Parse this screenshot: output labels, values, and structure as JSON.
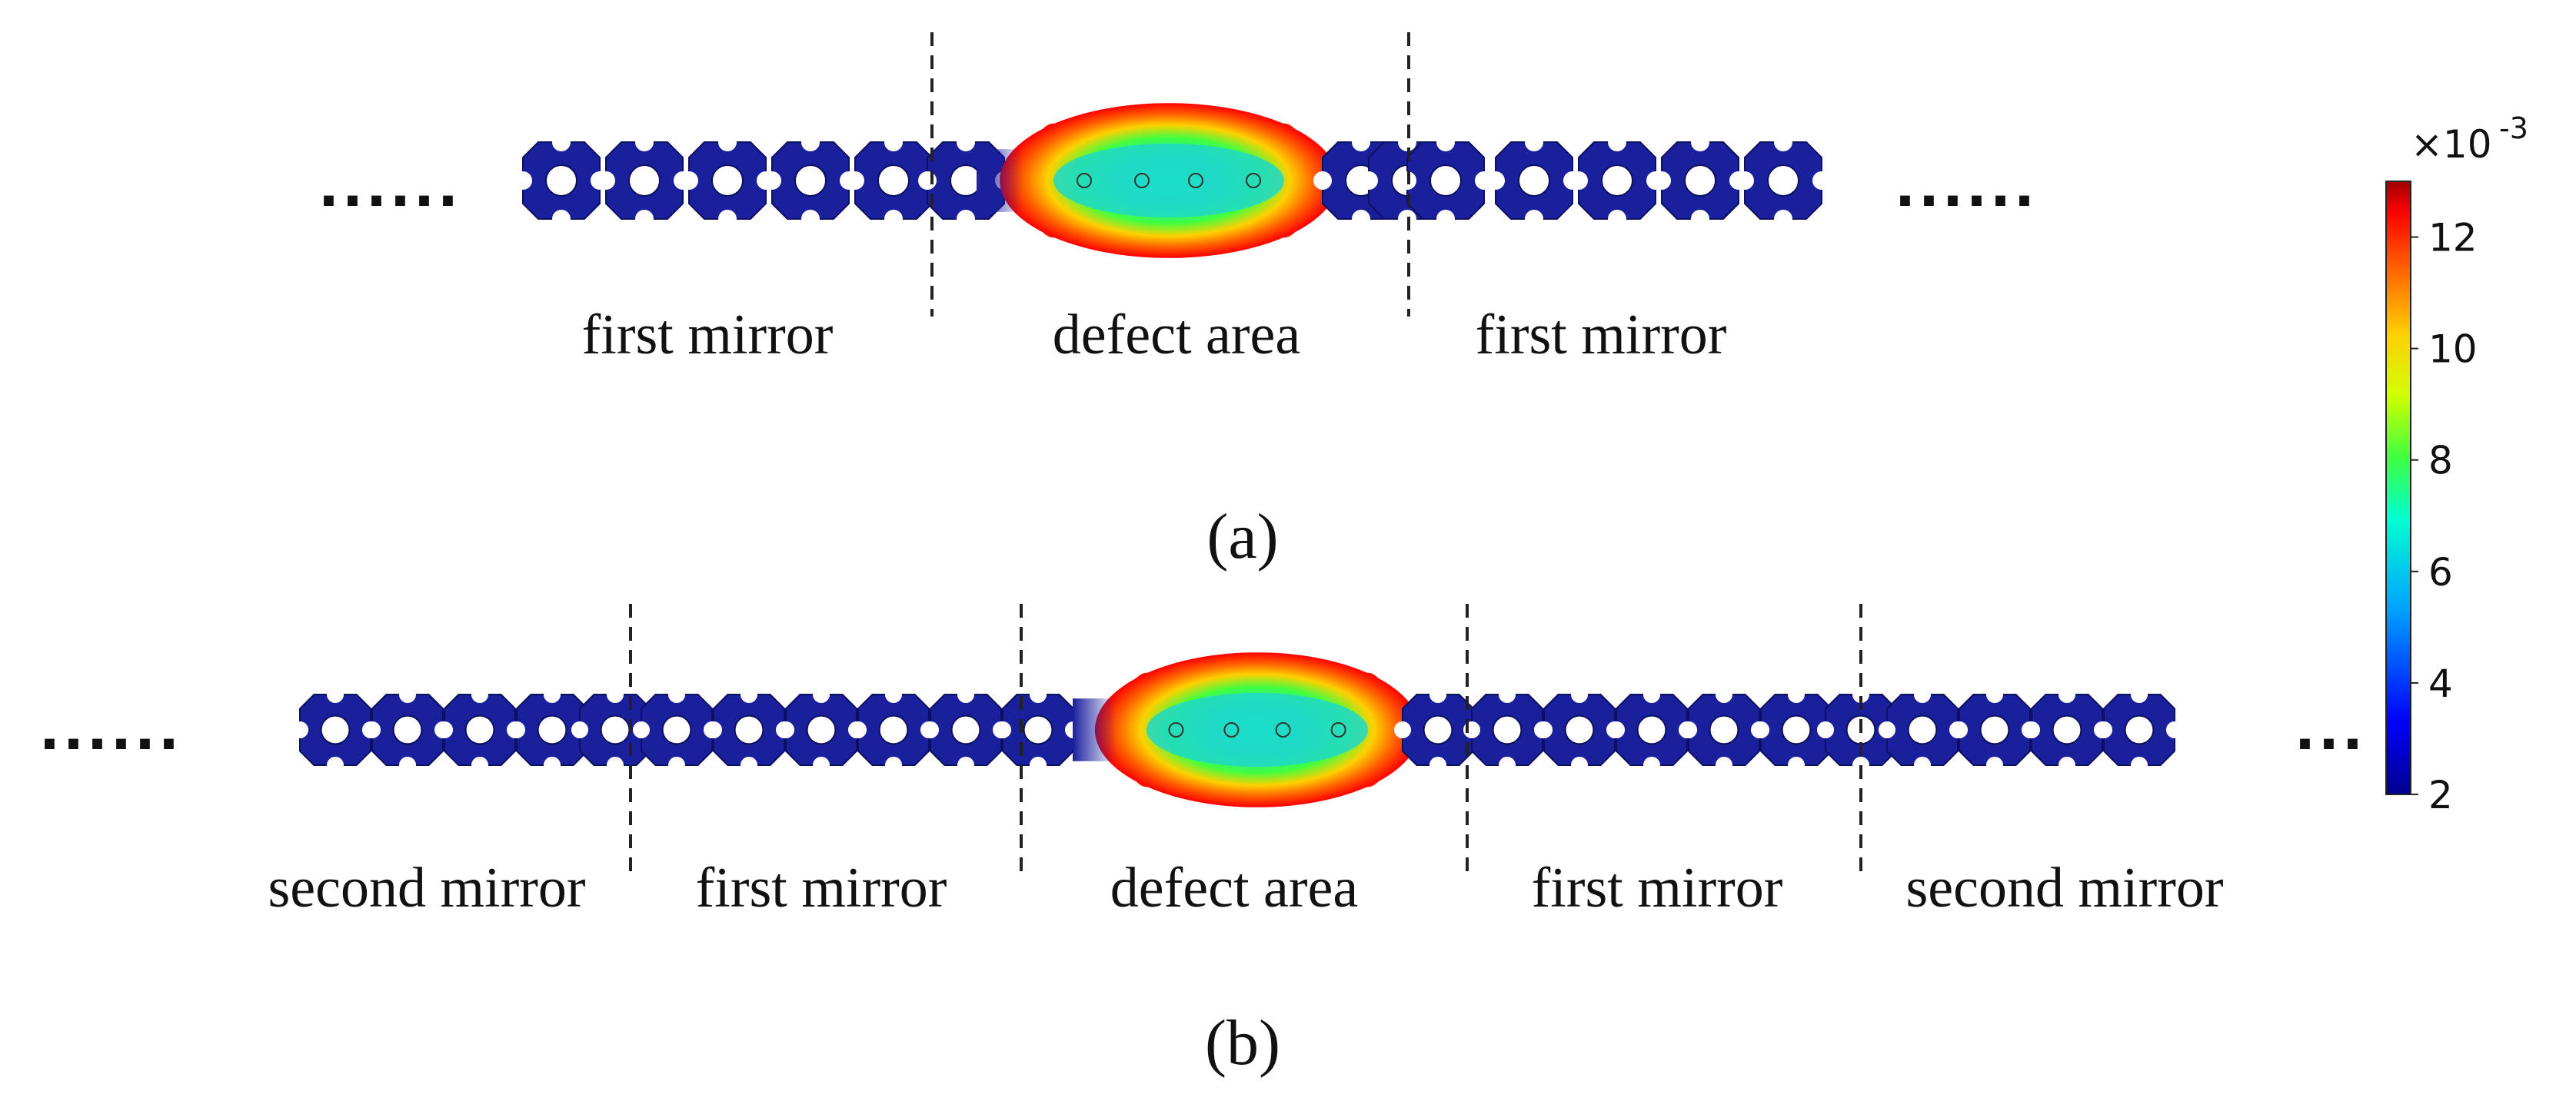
{
  "colors": {
    "cell": "#1a1f9c",
    "cell_edge": "#0c1060",
    "hole": "#ffffff",
    "colormap": [
      "#00008f",
      "#0000ff",
      "#00a0ff",
      "#00ffd0",
      "#40ff40",
      "#d0ff00",
      "#ffd000",
      "#ff6000",
      "#ff0000",
      "#a00000"
    ]
  },
  "ellipsis": "......",
  "panel_a": {
    "caption": "(a)",
    "labels": [
      "first mirror",
      "defect area",
      "first mirror"
    ]
  },
  "panel_b": {
    "caption": "(b)",
    "labels": [
      "second mirror",
      "first mirror",
      "defect area",
      "first mirror",
      "second mirror"
    ]
  },
  "colorbar": {
    "exponent_base": "×10",
    "exponent": "-3",
    "ticks": [
      "12",
      "10",
      "8",
      "6",
      "4",
      "2"
    ],
    "range": [
      2,
      13
    ]
  }
}
